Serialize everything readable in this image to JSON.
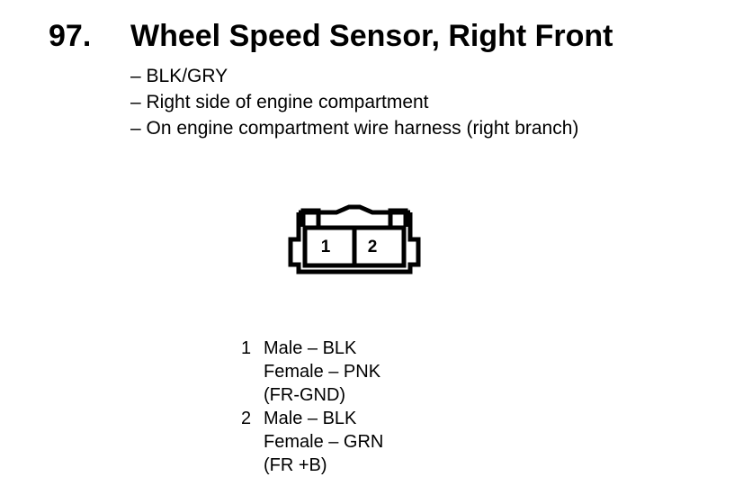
{
  "heading": {
    "number": "97.",
    "title": "Wheel Speed Sensor, Right Front"
  },
  "details": [
    "– BLK/GRY",
    "– Right side of engine compartment",
    "– On engine compartment wire harness (right branch)"
  ],
  "connector": {
    "pin_labels": [
      "1",
      "2"
    ]
  },
  "pins": [
    {
      "number": "1",
      "lines": [
        "Male – BLK",
        "Female – PNK",
        "(FR-GND)"
      ]
    },
    {
      "number": "2",
      "lines": [
        "Male – BLK",
        "Female – GRN",
        "(FR +B)"
      ]
    }
  ]
}
